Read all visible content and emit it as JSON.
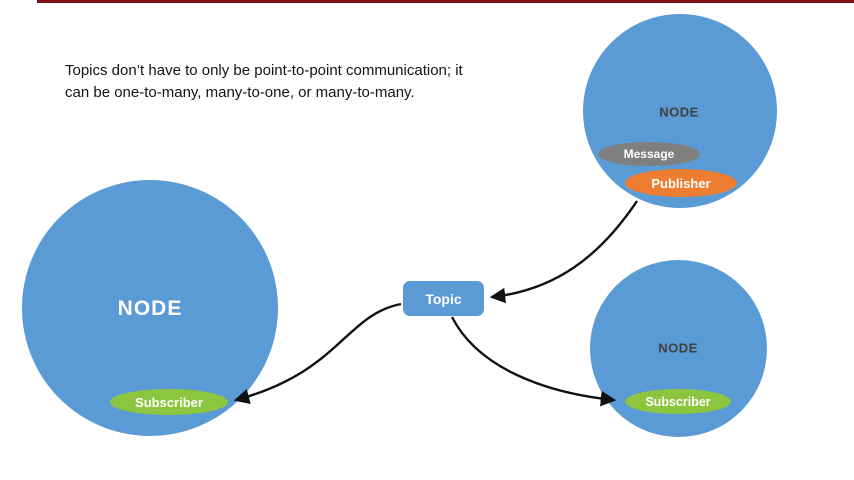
{
  "caption": {
    "line1": "Topics don’t have to only be point-to-point communication; it",
    "line2": "can be one-to-many, many-to-one, or many-to-many."
  },
  "topic": {
    "label": "Topic"
  },
  "left_node": {
    "label": "NODE",
    "subscriber_label": "Subscriber"
  },
  "top_right_node": {
    "label": "NODE",
    "message_label": "Message",
    "publisher_label": "Publisher"
  },
  "bottom_right_node": {
    "label": "NODE",
    "subscriber_label": "Subscriber"
  },
  "colors": {
    "node_blue": "#5b9bd5",
    "topic_blue": "#5b9bd5",
    "subscriber_green": "#8cc63f",
    "publisher_orange": "#ed7d31",
    "message_gray": "#7f7f7f",
    "arrow_black": "#111111",
    "top_bar_red": "#7a1016",
    "text_dark": "#141414"
  }
}
